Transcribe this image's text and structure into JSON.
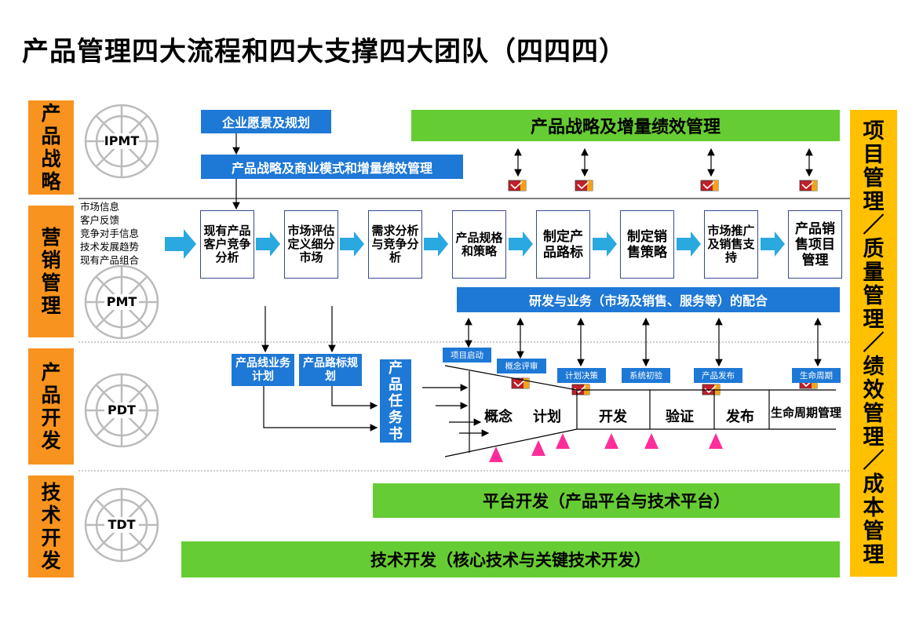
{
  "title": "产品管理四大流程和四大支撑四大团队（四四四）",
  "lanes": [
    {
      "label": "产品战略",
      "team": "IPMT"
    },
    {
      "label": "营销管理",
      "team": "PMT"
    },
    {
      "label": "产品开发",
      "team": "PDT"
    },
    {
      "label": "技术开发",
      "team": "TDT"
    }
  ],
  "right_bar": "项目管理／质量管理／绩效管理／成本管理",
  "strategy": {
    "vision": "企业愿景及规划",
    "business_model": "产品战略及商业模式和增量绩效管理",
    "performance": "产品战略及增量绩效管理"
  },
  "market_inputs": [
    "市场信息",
    "客户反馈",
    "竞争对手信息",
    "技术发展趋势",
    "现有产品组合"
  ],
  "marketing_steps": [
    "现有产品客户竞争分析",
    "市场评估定义细分市场",
    "需求分析与竞争分析",
    "产品规格和策略",
    "制定产品路标",
    "制定销售策略",
    "市场推广及销售支持",
    "产品销售项目管理"
  ],
  "coordination": "研发与业务（市场及销售、服务等）的配合",
  "planning": {
    "business_plan": "产品线业务计划",
    "roadmap": "产品路标规划",
    "task_book": "产品任务书"
  },
  "gates": [
    "项目启动",
    "概念评审",
    "计划决策",
    "系统初验",
    "产品发布",
    "生命周期"
  ],
  "phases": [
    "概念",
    "计划",
    "开发",
    "验证",
    "发布",
    "生命周期管理"
  ],
  "tech": {
    "platform": "平台开发（产品平台与技术平台）",
    "core": "技术开发（核心技术与关键技术开发）"
  },
  "colors": {
    "orange": "#f7931e",
    "yellow": "#ffc000",
    "blue": "#1e78d6",
    "green": "#66cc33",
    "arrow": "#2aa8e0",
    "triangle": "#ff2d9a"
  }
}
